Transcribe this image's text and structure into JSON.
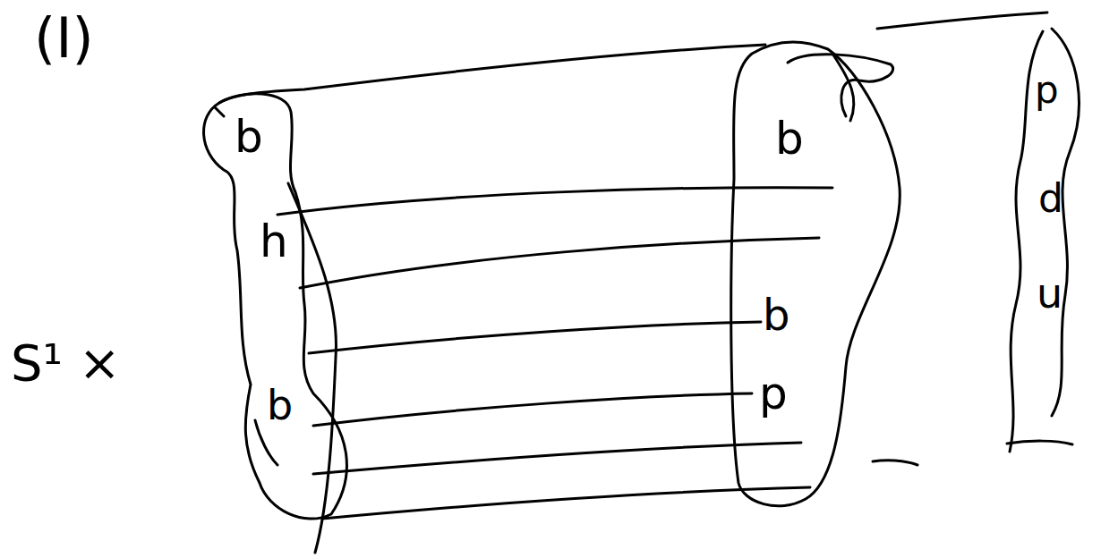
{
  "diagram": {
    "labels": [
      "(I)",
      "S¹ ×",
      "b",
      "h",
      "b",
      "b",
      "b",
      "p",
      "p",
      "d",
      "u"
    ]
  }
}
